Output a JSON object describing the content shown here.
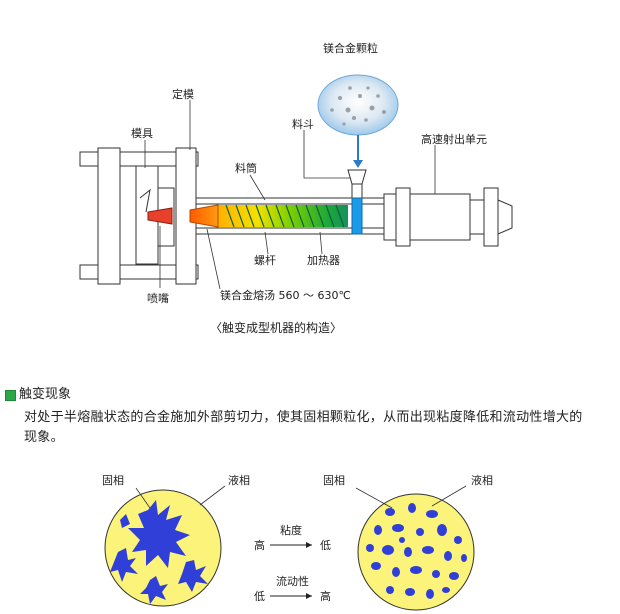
{
  "machine": {
    "labels": {
      "mg_pellets": "镁合金颗粒",
      "hopper": "料斗",
      "fixed_mold": "定模",
      "mold": "模具",
      "barrel": "料筒",
      "injection_unit": "高速射出单元",
      "screw": "螺杆",
      "heater": "加热器",
      "nozzle": "喷嘴",
      "molten": "镁合金熔汤 560 ～ 630℃"
    },
    "caption": "〈触变成型机器的构造〉"
  },
  "section": {
    "title": "触变现象",
    "description": "对处于半熔融状态的合金施加外部剪切力，使其固相颗粒化，从而出现粘度降低和流动性增大的现象。"
  },
  "phases": {
    "left": {
      "solid_label": "固相",
      "liquid_label": "液相"
    },
    "right": {
      "solid_label": "固相",
      "liquid_label": "液相"
    }
  },
  "properties": {
    "viscosity": {
      "label": "粘度",
      "from": "高",
      "to": "低"
    },
    "fluidity": {
      "label": "流动性",
      "from": "低",
      "to": "高"
    }
  },
  "colors": {
    "phase_yellow": "#fbf37a",
    "phase_blue": "#2f3fd8",
    "nozzle_red": "#e8402a",
    "hopper_blue": "#1a9be8",
    "section_green": "#2aa84a"
  }
}
